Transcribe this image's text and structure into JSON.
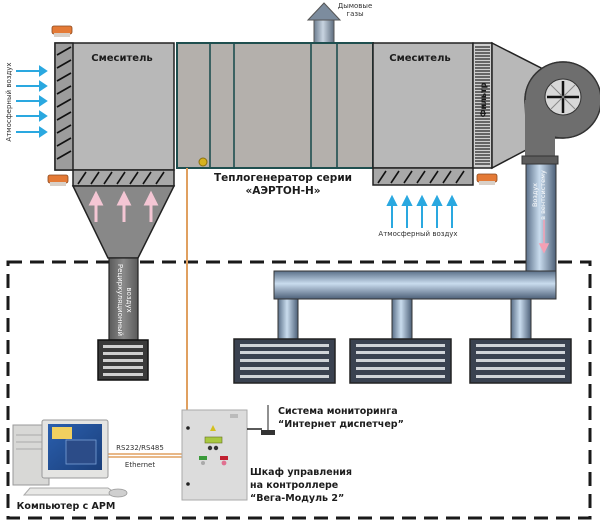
{
  "diagram": {
    "title": "Теплогенератор серии",
    "title_line2": "«АЭРТОН-Н»",
    "mixer_left_label": "Смеситель",
    "mixer_right_label": "Смеситель",
    "filter_label": "Фильтр",
    "flue_gas_label_line1": "Дымовые",
    "flue_gas_label_line2": "газы",
    "atmospheric_air_left": "Атмосферный воздух",
    "atmospheric_air_bottom": "Атмосферный воздух",
    "recirculation_air_line1": "Рециркуляционный",
    "recirculation_air_line2": "воздух",
    "air_to_vent_line1": "Воздух",
    "air_to_vent_line2": "в вентсистему",
    "monitoring_line1": "Система мониторинга",
    "monitoring_line2": "“Интернет диспетчер”",
    "cabinet_line1": "Шкаф управления",
    "cabinet_line2": "на контроллере",
    "cabinet_line3": "“Вега-Модуль 2”",
    "link_label_top": "RS232/RS485",
    "link_label_bottom": "Ethernet",
    "computer_label": "Компьютер с АРМ"
  },
  "colors": {
    "housing": "#b8b8b8",
    "heater": "#b4b0ac",
    "heater_border": "#1f4f4f",
    "duct_blue": "#8fb0d0",
    "arrow_blue": "#2aa8e0",
    "arrow_pink": "#f4c6d4",
    "cable_orange": "#e0a060",
    "dashed_border": "#1a1a1a"
  }
}
